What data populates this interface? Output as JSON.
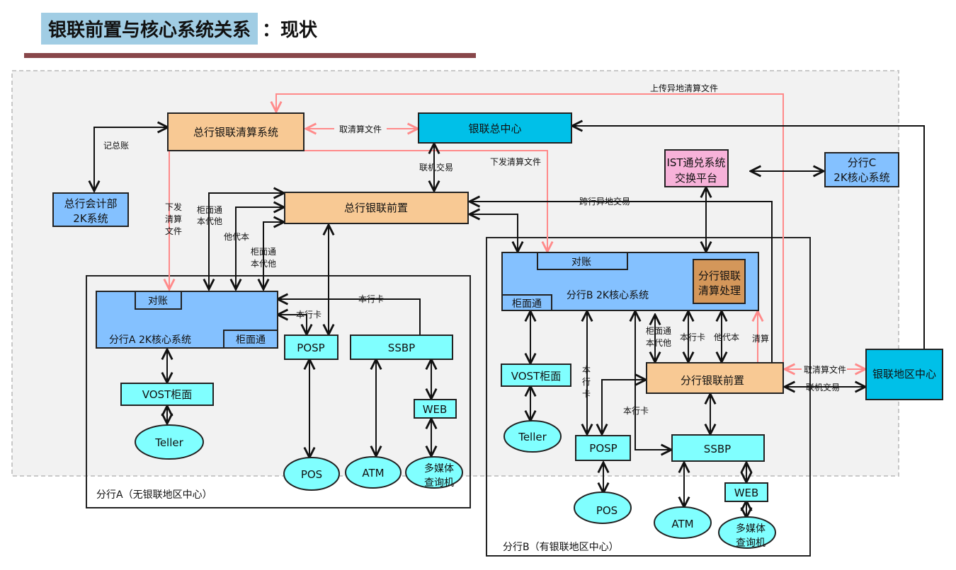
{
  "title": {
    "highlighted": "银联前置与核心系统关系",
    "rest": "：现状"
  },
  "colors": {
    "header_highlight": "#a1cde4",
    "rule": "#88474a",
    "region_bg": "#f2f2f2",
    "orange": "#f8c994",
    "cyan_dark": "#00c0e8",
    "blue": "#84c1ff",
    "pink": "#f7b2d9",
    "brown": "#d4975a",
    "cyan_light": "#80ffff",
    "flow_red": "#ff8a8a",
    "flow_black": "#111111"
  },
  "nodes": {
    "hq_clearing": "总行银联清算系统",
    "cup_hq": "银联总中心",
    "hq_accounting_l1": "总行会计部",
    "hq_accounting_l2": "2K系统",
    "hq_frontend": "总行银联前置",
    "ist_l1": "IST通兑系统",
    "ist_l2": "交换平台",
    "branch_c_l1": "分行C",
    "branch_c_l2": "2K核心系统",
    "cup_regional": "银联地区中心",
    "a_core": "分行A  2K核心系统",
    "a_reconcile": "对账",
    "a_counter": "柜面通",
    "a_posp": "POSP",
    "a_ssbp": "SSBP",
    "a_vost": "VOST柜面",
    "a_web": "WEB",
    "a_teller": "Teller",
    "a_pos": "POS",
    "a_atm": "ATM",
    "a_kiosk_l1": "多媒体",
    "a_kiosk_l2": "查询机",
    "b_core": "分行B  2K核心系统",
    "b_reconcile": "对账",
    "b_counter": "柜面通",
    "b_clearing_l1": "分行银联",
    "b_clearing_l2": "清算处理",
    "b_frontend": "分行银联前置",
    "b_vost": "VOST柜面",
    "b_posp": "POSP",
    "b_ssbp": "SSBP",
    "b_web": "WEB",
    "b_teller": "Teller",
    "b_pos": "POS",
    "b_atm": "ATM",
    "b_kiosk_l1": "多媒体",
    "b_kiosk_l2": "查询机"
  },
  "regions": {
    "branch_a": "分行A（无银联地区中心）",
    "branch_b": "分行B（有银联地区中心）"
  },
  "edge_labels": {
    "upload_remote": "上传异地清算文件",
    "fetch_clearing": "取清算文件",
    "post_ledger": "记总账",
    "online_txn": "联机交易",
    "issue_clearing": "下发清算文件",
    "issue_clearing_v1": "下发",
    "issue_clearing_v2": "清算",
    "issue_clearing_v3": "文件",
    "counter_l1": "柜面通",
    "counter_l2": "本代他",
    "other_for_own": "他代本",
    "cross_bank": "跨行异地交易",
    "own_card": "本行卡",
    "own_card_v1": "本",
    "own_card_v2": "行",
    "own_card_v3": "卡",
    "clearing": "清算",
    "fetch_clearing_b": "取清算文件",
    "online_txn_b": "联机交易"
  }
}
